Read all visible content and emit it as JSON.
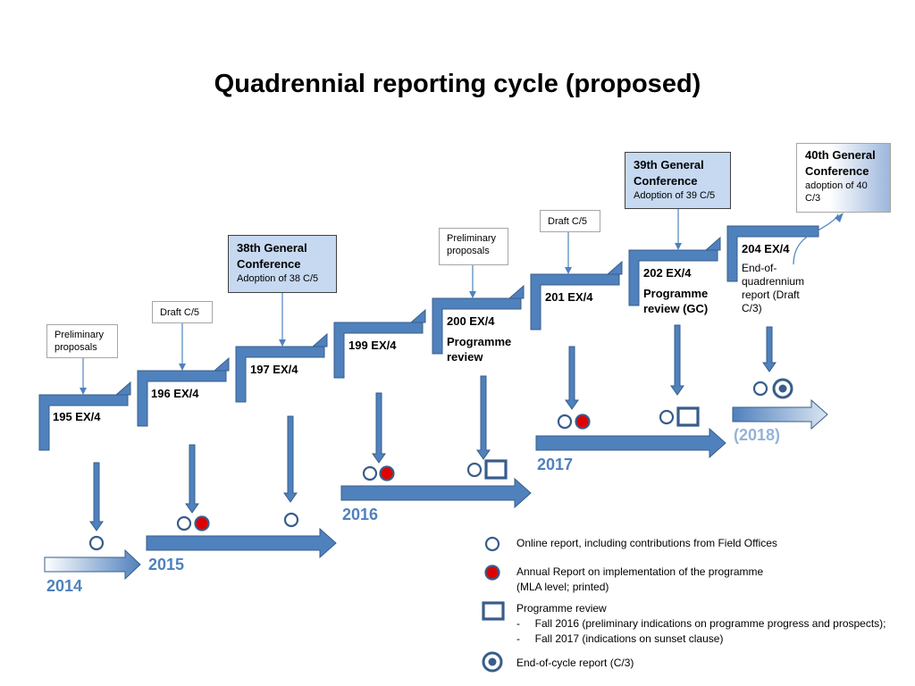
{
  "title": "Quadrennial reporting cycle (proposed)",
  "colors": {
    "primary": "#4f81bd",
    "dark": "#385d8a",
    "red": "#e00000",
    "light_year": "#95b3d7",
    "box_fill": "#c6d9f1"
  },
  "notes": {
    "prelim1": "Preliminary proposals",
    "draft1": "Draft C/5",
    "prelim2": "Preliminary proposals",
    "draft2": "Draft C/5"
  },
  "conferences": {
    "gc38": {
      "title": "38th General Conference",
      "sub": "Adoption of 38 C/5"
    },
    "gc39": {
      "title": "39th General Conference",
      "sub": "Adoption of 39 C/5"
    },
    "gc40": {
      "title": "40th General Conference",
      "sub": "adoption of 40 C/3"
    }
  },
  "sessions": {
    "s195": "195 EX/4",
    "s196": "196 EX/4",
    "s197": "197 EX/4",
    "s199": "199 EX/4",
    "s200": "200 EX/4",
    "s200_sub": "Programme review",
    "s201": "201 EX/4",
    "s202": "202 EX/4",
    "s202_sub": "Programme review (GC)",
    "s204": "204 EX/4",
    "s204_sub": "End-of-quadrennium report (Draft C/3)"
  },
  "years": {
    "y2014": "2014",
    "y2015": "2015",
    "y2016": "2016",
    "y2017": "2017",
    "y2018": "(2018)"
  },
  "legend": {
    "online": "Online report, including contributions from Field Offices",
    "annual_1": "Annual Report on implementation of the programme",
    "annual_2": "(MLA level; printed)",
    "review_1": "Programme review",
    "review_2": "-     Fall 2016 (preliminary indications on programme progress and prospects);",
    "review_3": "-     Fall 2017 (indications on sunset clause)",
    "endcycle": "End-of-cycle report (C/3)"
  }
}
